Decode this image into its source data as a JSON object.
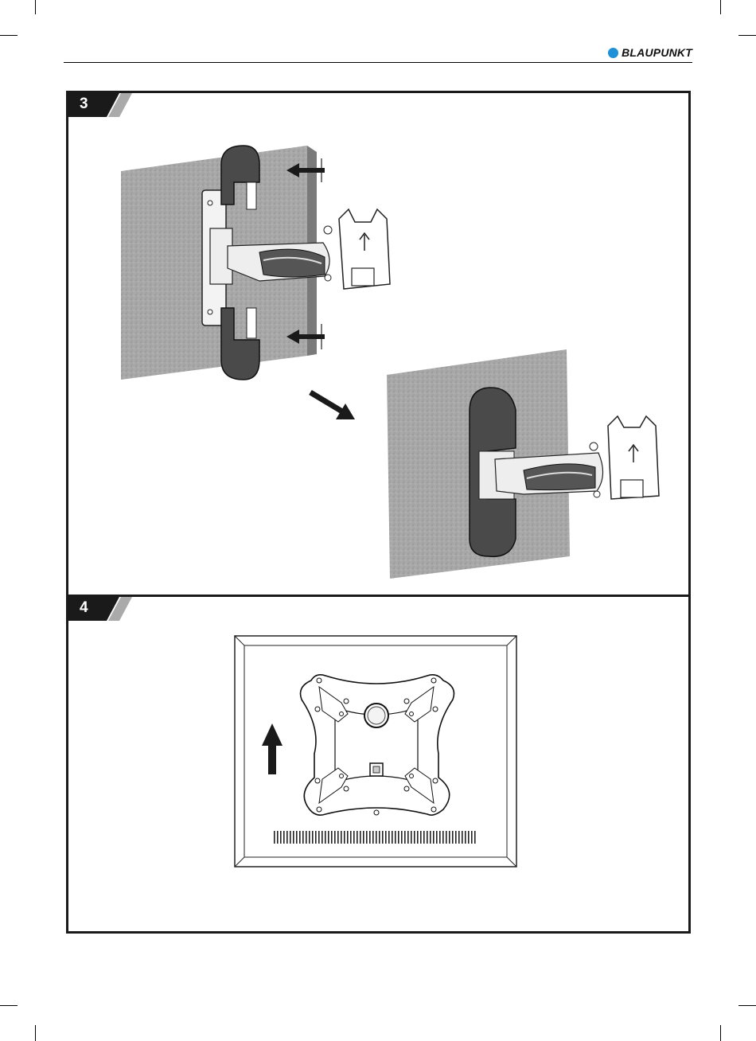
{
  "brand": {
    "name": "BLAUPUNKT",
    "dot_color": "#1e90d8"
  },
  "steps": [
    {
      "number": "3"
    },
    {
      "number": "4"
    }
  ]
}
